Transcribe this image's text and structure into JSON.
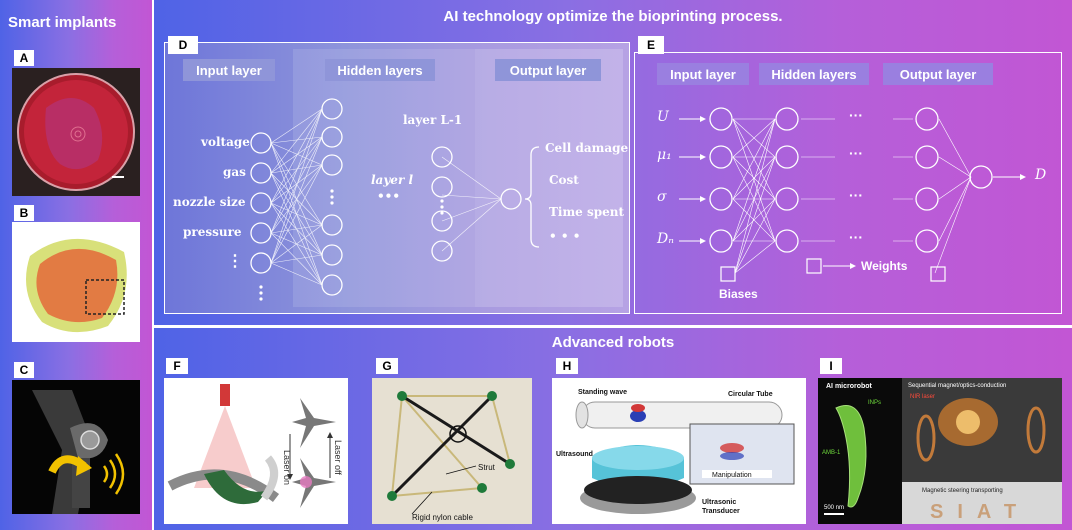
{
  "left": {
    "title": "Smart implants",
    "panels": [
      {
        "letter": "A"
      },
      {
        "letter": "B"
      },
      {
        "letter": "C"
      }
    ]
  },
  "top": {
    "title": "AI technology optimize the bioprinting process."
  },
  "panel_d": {
    "letter": "D",
    "input_header": "Input layer",
    "hidden_header": "Hidden layers",
    "output_header": "Output layer",
    "inputs": [
      "voltage",
      "gas",
      "nozzle size",
      "pressure",
      "⋮"
    ],
    "layer_l1": "layer L-1",
    "layer_l": "layer l",
    "dots": "•••",
    "outputs": [
      "Cell damage",
      "Cost",
      "Time spent",
      "• • •"
    ]
  },
  "panel_e": {
    "letter": "E",
    "input_header": "Input layer",
    "hidden_header": "Hidden layers",
    "output_header": "Output layer",
    "inputs": [
      "U",
      "μ₁",
      "σ",
      "Dₙ"
    ],
    "output": "D",
    "biases_label": "Biases",
    "weights_label": "Weights",
    "hdots": "···"
  },
  "bottom": {
    "title": "Advanced robots",
    "panels": [
      {
        "letter": "F",
        "laser_on": "Laser on",
        "laser_off": "Laser off"
      },
      {
        "letter": "G",
        "strut": "Strut",
        "cable": "Rigid nylon cable"
      },
      {
        "letter": "H",
        "standing_wave": "Standing wave",
        "circular_tube": "Circular Tube",
        "ultrasound": "Ultrasound",
        "manipulation": "Manipulation",
        "transducer_1": "Ultrasonic",
        "transducer_2": "Transducer"
      },
      {
        "letter": "I",
        "microrobot": "AI microrobot",
        "sequential": "Sequential magnet/optics-conduction",
        "nir": "NIR laser",
        "inps": "INPs",
        "amb": "AMB-1",
        "steering": "Magnetic steering transporting",
        "scale": "500 nm",
        "siat": "SIAT"
      }
    ]
  },
  "colors": {
    "gradient_start": "#4f63e6",
    "gradient_end": "#c256d4",
    "header_blue": "#8f95d9"
  }
}
